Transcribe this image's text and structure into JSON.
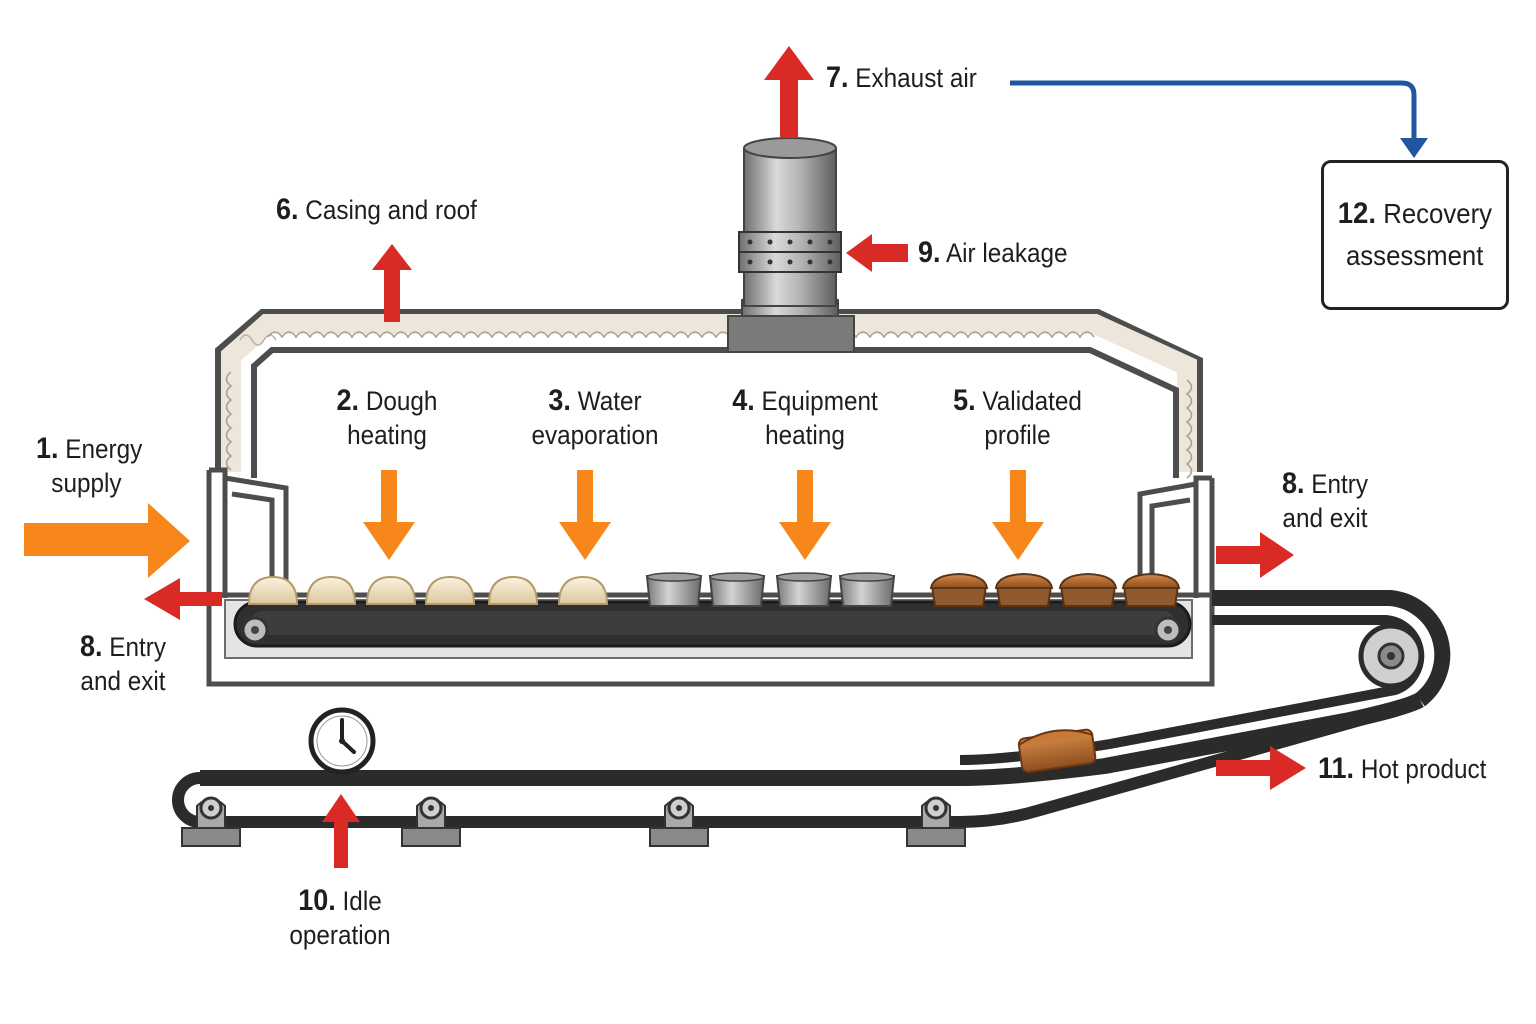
{
  "labels": {
    "energy_supply": {
      "num": "1.",
      "line1": "Energy",
      "line2": "supply"
    },
    "dough_heating": {
      "num": "2.",
      "line1": "Dough",
      "line2": "heating"
    },
    "water_evaporation": {
      "num": "3.",
      "line1": "Water",
      "line2": "evaporation"
    },
    "equipment_heating": {
      "num": "4.",
      "line1": "Equipment",
      "line2": "heating"
    },
    "validated_profile": {
      "num": "5.",
      "line1": "Validated",
      "line2": "profile"
    },
    "casing_roof": {
      "num": "6.",
      "text": "Casing and roof"
    },
    "exhaust_air": {
      "num": "7.",
      "text": "Exhaust air"
    },
    "entry_exit_left": {
      "num": "8.",
      "line1": "Entry",
      "line2": "and exit"
    },
    "entry_exit_right": {
      "num": "8.",
      "line1": "Entry",
      "line2": "and exit"
    },
    "air_leakage": {
      "num": "9.",
      "text": "Air leakage"
    },
    "idle_operation": {
      "num": "10.",
      "line1": "Idle",
      "line2": "operation"
    },
    "hot_product": {
      "num": "11.",
      "text": "Hot product"
    },
    "recovery_assessment": {
      "num": "12.",
      "line1": "Recovery",
      "line2": "assessment"
    }
  },
  "colors": {
    "energy_arrow": "#f7861b",
    "loss_arrow": "#d92a25",
    "recovery_line": "#2255a0",
    "steel": "#8c8c8c",
    "belt": "#2b2b2b",
    "dough": "#efe2c6",
    "bread": "#b8692e",
    "insulation": "#ece7da"
  },
  "icons": [
    "clock-icon",
    "chimney",
    "conveyor-belt",
    "roller"
  ]
}
